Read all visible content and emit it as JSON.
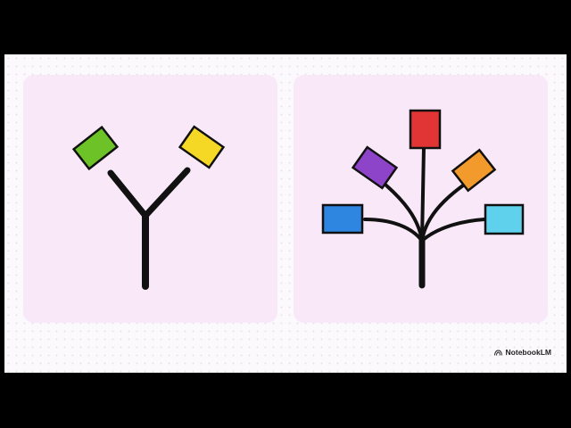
{
  "diagram": {
    "left_panel": {
      "nodes": [
        {
          "id": "green",
          "color": "#6cc226"
        },
        {
          "id": "yellow",
          "color": "#f5d826"
        }
      ]
    },
    "right_panel": {
      "nodes": [
        {
          "id": "blue",
          "color": "#2f86e0"
        },
        {
          "id": "purple",
          "color": "#8e44c8"
        },
        {
          "id": "red",
          "color": "#e13535"
        },
        {
          "id": "orange",
          "color": "#f29a2c"
        },
        {
          "id": "cyan",
          "color": "#5fd1ec"
        }
      ]
    },
    "panel_background": "#f8e8f8",
    "stroke_color": "#111111"
  },
  "brand": {
    "label": "NotebookLM",
    "icon": "notebooklm-logo-icon"
  }
}
